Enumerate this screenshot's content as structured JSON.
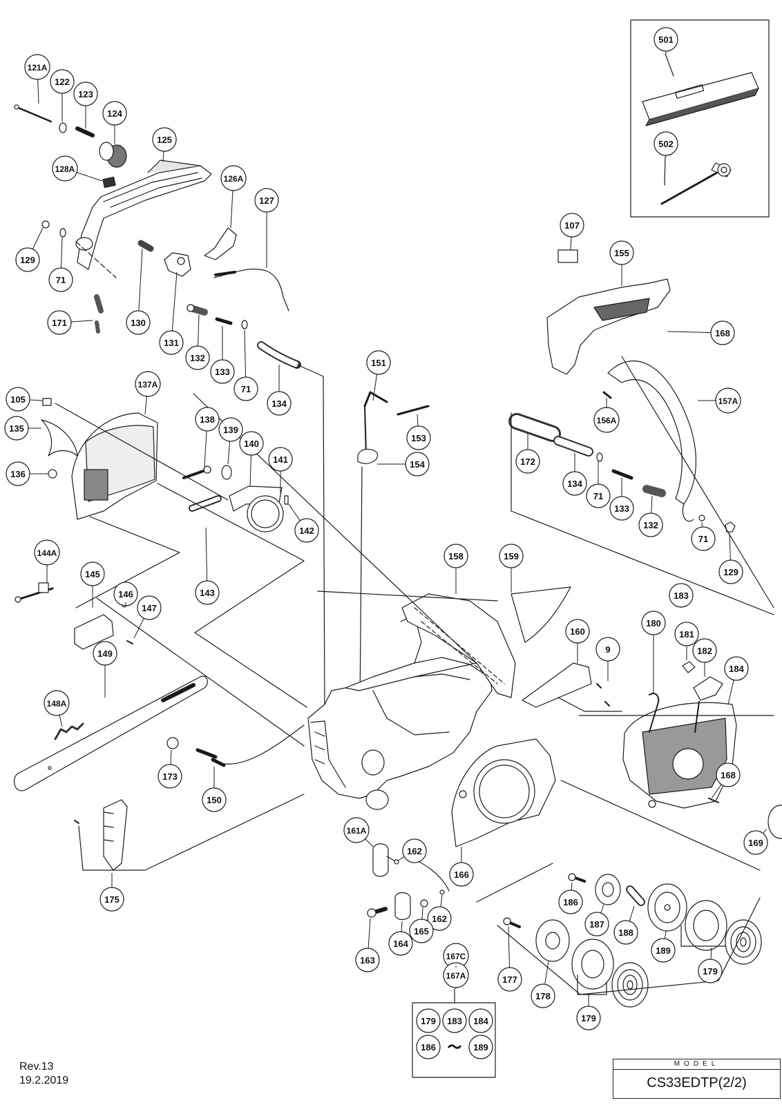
{
  "revision": {
    "rev": "Rev.13",
    "date": "19.2.2019"
  },
  "model": {
    "header": "MODEL",
    "name": "CS33EDTP(2/2)"
  },
  "callouts": [
    {
      "id": "c121a",
      "label": "121A"
    },
    {
      "id": "c122",
      "label": "122"
    },
    {
      "id": "c123",
      "label": "123"
    },
    {
      "id": "c124",
      "label": "124"
    },
    {
      "id": "c125",
      "label": "125"
    },
    {
      "id": "c128a",
      "label": "128A"
    },
    {
      "id": "c126a",
      "label": "126A"
    },
    {
      "id": "c127",
      "label": "127"
    },
    {
      "id": "c129a",
      "label": "129"
    },
    {
      "id": "c71a",
      "label": "71"
    },
    {
      "id": "c171",
      "label": "171"
    },
    {
      "id": "c130",
      "label": "130"
    },
    {
      "id": "c131",
      "label": "131"
    },
    {
      "id": "c132a",
      "label": "132"
    },
    {
      "id": "c133a",
      "label": "133"
    },
    {
      "id": "c71b",
      "label": "71"
    },
    {
      "id": "c134a",
      "label": "134"
    },
    {
      "id": "c501",
      "label": "501"
    },
    {
      "id": "c502",
      "label": "502"
    },
    {
      "id": "c107",
      "label": "107"
    },
    {
      "id": "c155",
      "label": "155"
    },
    {
      "id": "c168a",
      "label": "168"
    },
    {
      "id": "c157a",
      "label": "157A"
    },
    {
      "id": "c156a",
      "label": "156A"
    },
    {
      "id": "c172",
      "label": "172"
    },
    {
      "id": "c134b",
      "label": "134"
    },
    {
      "id": "c71c",
      "label": "71"
    },
    {
      "id": "c133b",
      "label": "133"
    },
    {
      "id": "c132b",
      "label": "132"
    },
    {
      "id": "c71d",
      "label": "71"
    },
    {
      "id": "c129b",
      "label": "129"
    },
    {
      "id": "c105",
      "label": "105"
    },
    {
      "id": "c137a",
      "label": "137A"
    },
    {
      "id": "c135",
      "label": "135"
    },
    {
      "id": "c136",
      "label": "136"
    },
    {
      "id": "c138",
      "label": "138"
    },
    {
      "id": "c139",
      "label": "139"
    },
    {
      "id": "c140",
      "label": "140"
    },
    {
      "id": "c141",
      "label": "141"
    },
    {
      "id": "c142",
      "label": "142"
    },
    {
      "id": "c143",
      "label": "143"
    },
    {
      "id": "c151",
      "label": "151"
    },
    {
      "id": "c153",
      "label": "153"
    },
    {
      "id": "c154",
      "label": "154"
    },
    {
      "id": "c144a",
      "label": "144A"
    },
    {
      "id": "c145",
      "label": "145"
    },
    {
      "id": "c146",
      "label": "146"
    },
    {
      "id": "c147",
      "label": "147"
    },
    {
      "id": "c149",
      "label": "149"
    },
    {
      "id": "c148a",
      "label": "148A"
    },
    {
      "id": "c158",
      "label": "158"
    },
    {
      "id": "c159",
      "label": "159"
    },
    {
      "id": "c160",
      "label": "160"
    },
    {
      "id": "c9",
      "label": "9"
    },
    {
      "id": "c183a",
      "label": "183"
    },
    {
      "id": "c180",
      "label": "180"
    },
    {
      "id": "c181",
      "label": "181"
    },
    {
      "id": "c182",
      "label": "182"
    },
    {
      "id": "c184a",
      "label": "184"
    },
    {
      "id": "c168b",
      "label": "168"
    },
    {
      "id": "c169",
      "label": "169"
    },
    {
      "id": "c173",
      "label": "173"
    },
    {
      "id": "c150",
      "label": "150"
    },
    {
      "id": "c175",
      "label": "175"
    },
    {
      "id": "c161a",
      "label": "161A"
    },
    {
      "id": "c162a",
      "label": "162"
    },
    {
      "id": "c166",
      "label": "166"
    },
    {
      "id": "c162b",
      "label": "162"
    },
    {
      "id": "c163",
      "label": "163"
    },
    {
      "id": "c164",
      "label": "164"
    },
    {
      "id": "c165",
      "label": "165"
    },
    {
      "id": "c186a",
      "label": "186"
    },
    {
      "id": "c187",
      "label": "187"
    },
    {
      "id": "c188",
      "label": "188"
    },
    {
      "id": "c189a",
      "label": "189"
    },
    {
      "id": "c179a",
      "label": "179"
    },
    {
      "id": "c177",
      "label": "177"
    },
    {
      "id": "c178",
      "label": "178"
    },
    {
      "id": "c179b",
      "label": "179"
    },
    {
      "id": "c167c",
      "label": "167C"
    },
    {
      "id": "c167a",
      "label": "167A"
    }
  ],
  "kit": {
    "items": [
      "179",
      "183",
      "184"
    ],
    "range_from": "186",
    "range_sep": "〜",
    "range_to": "189"
  }
}
